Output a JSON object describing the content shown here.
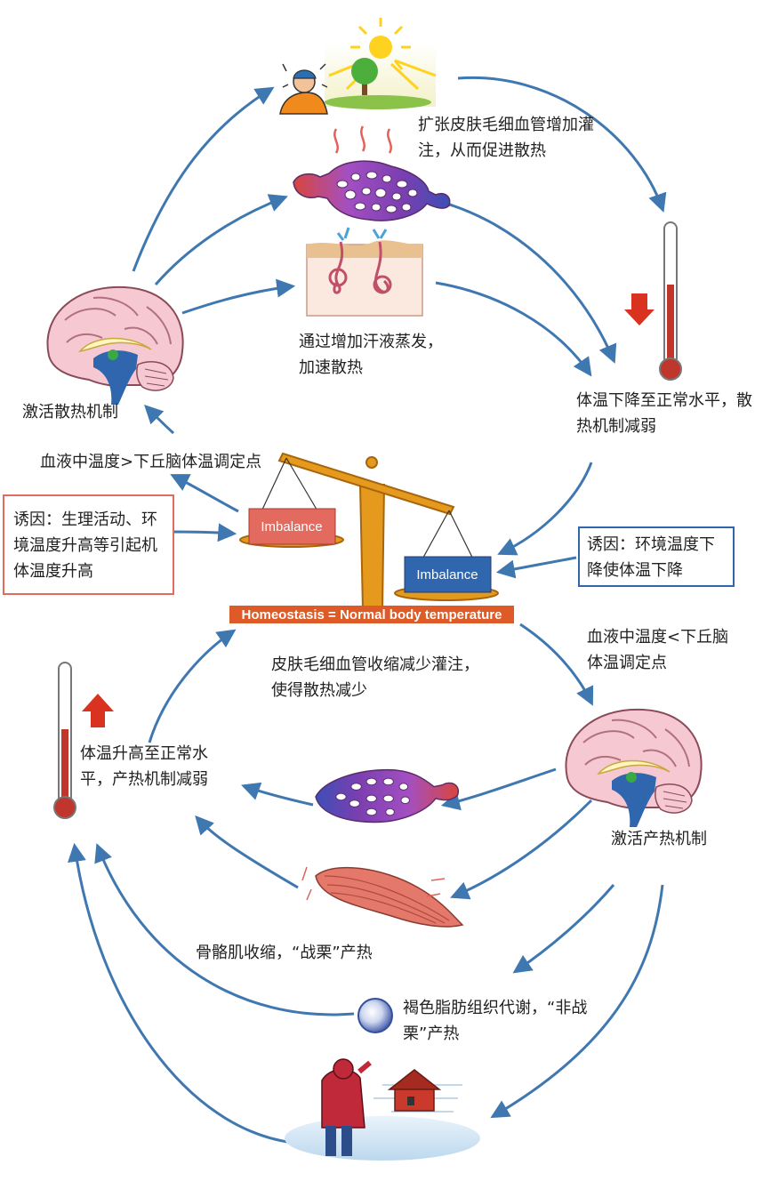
{
  "colors": {
    "arrow": "#3f78b0",
    "beam": "#e59a1e",
    "pink_box": "#e26a5e",
    "blue_box": "#2f66ad",
    "bar": "#de5a26"
  },
  "scale": {
    "left_pan_label": "Imbalance",
    "right_pan_label": "Imbalance",
    "bar_label": "Homeostasis = Normal body temperature"
  },
  "labels": {
    "vasodilation": [
      "扩张皮肤毛细血管增加灌",
      "注，从而促进散热"
    ],
    "sweat": [
      "通过增加汗液蒸发，",
      "加速散热"
    ],
    "temp_drop": [
      "体温下降至正常水平，散",
      "热机制减弱"
    ],
    "activate_cooling": "激活散热机制",
    "blood_high": "血液中温度>下丘脑体温调定点",
    "cause_high": [
      "诱因：生理活动、环",
      "境温度升高等引起机",
      "体温度升高"
    ],
    "cause_low": [
      "诱因：环境温度下",
      "降使体温下降"
    ],
    "blood_low": [
      "血液中温度<下丘脑",
      "体温调定点"
    ],
    "vasoconstriction": [
      "皮肤毛细血管收缩减少灌注，",
      "使得散热减少"
    ],
    "temp_rise": [
      "体温升高至正常水",
      "平，产热机制减弱"
    ],
    "activate_heating": "激活产热机制",
    "shivering": "骨骼肌收缩，“战栗”产热",
    "brown_fat": [
      "褐色脂肪组织代谢，“非战",
      "栗”产热"
    ]
  },
  "icons": {
    "sun": "sun-icon",
    "hot_person": "hot-person-icon",
    "capillary_dilated": "dilated-capillary-icon",
    "sweat_gland": "sweat-gland-icon",
    "thermometer_down": "thermometer-down-icon",
    "brain_top": "brain-icon",
    "brain_bottom": "brain-icon",
    "capillary_constricted": "constricted-capillary-icon",
    "thermometer_up": "thermometer-up-icon",
    "muscle": "muscle-icon",
    "brown_fat_cell": "fat-cell-icon",
    "cold_person": "cold-person-icon",
    "house": "house-icon"
  }
}
